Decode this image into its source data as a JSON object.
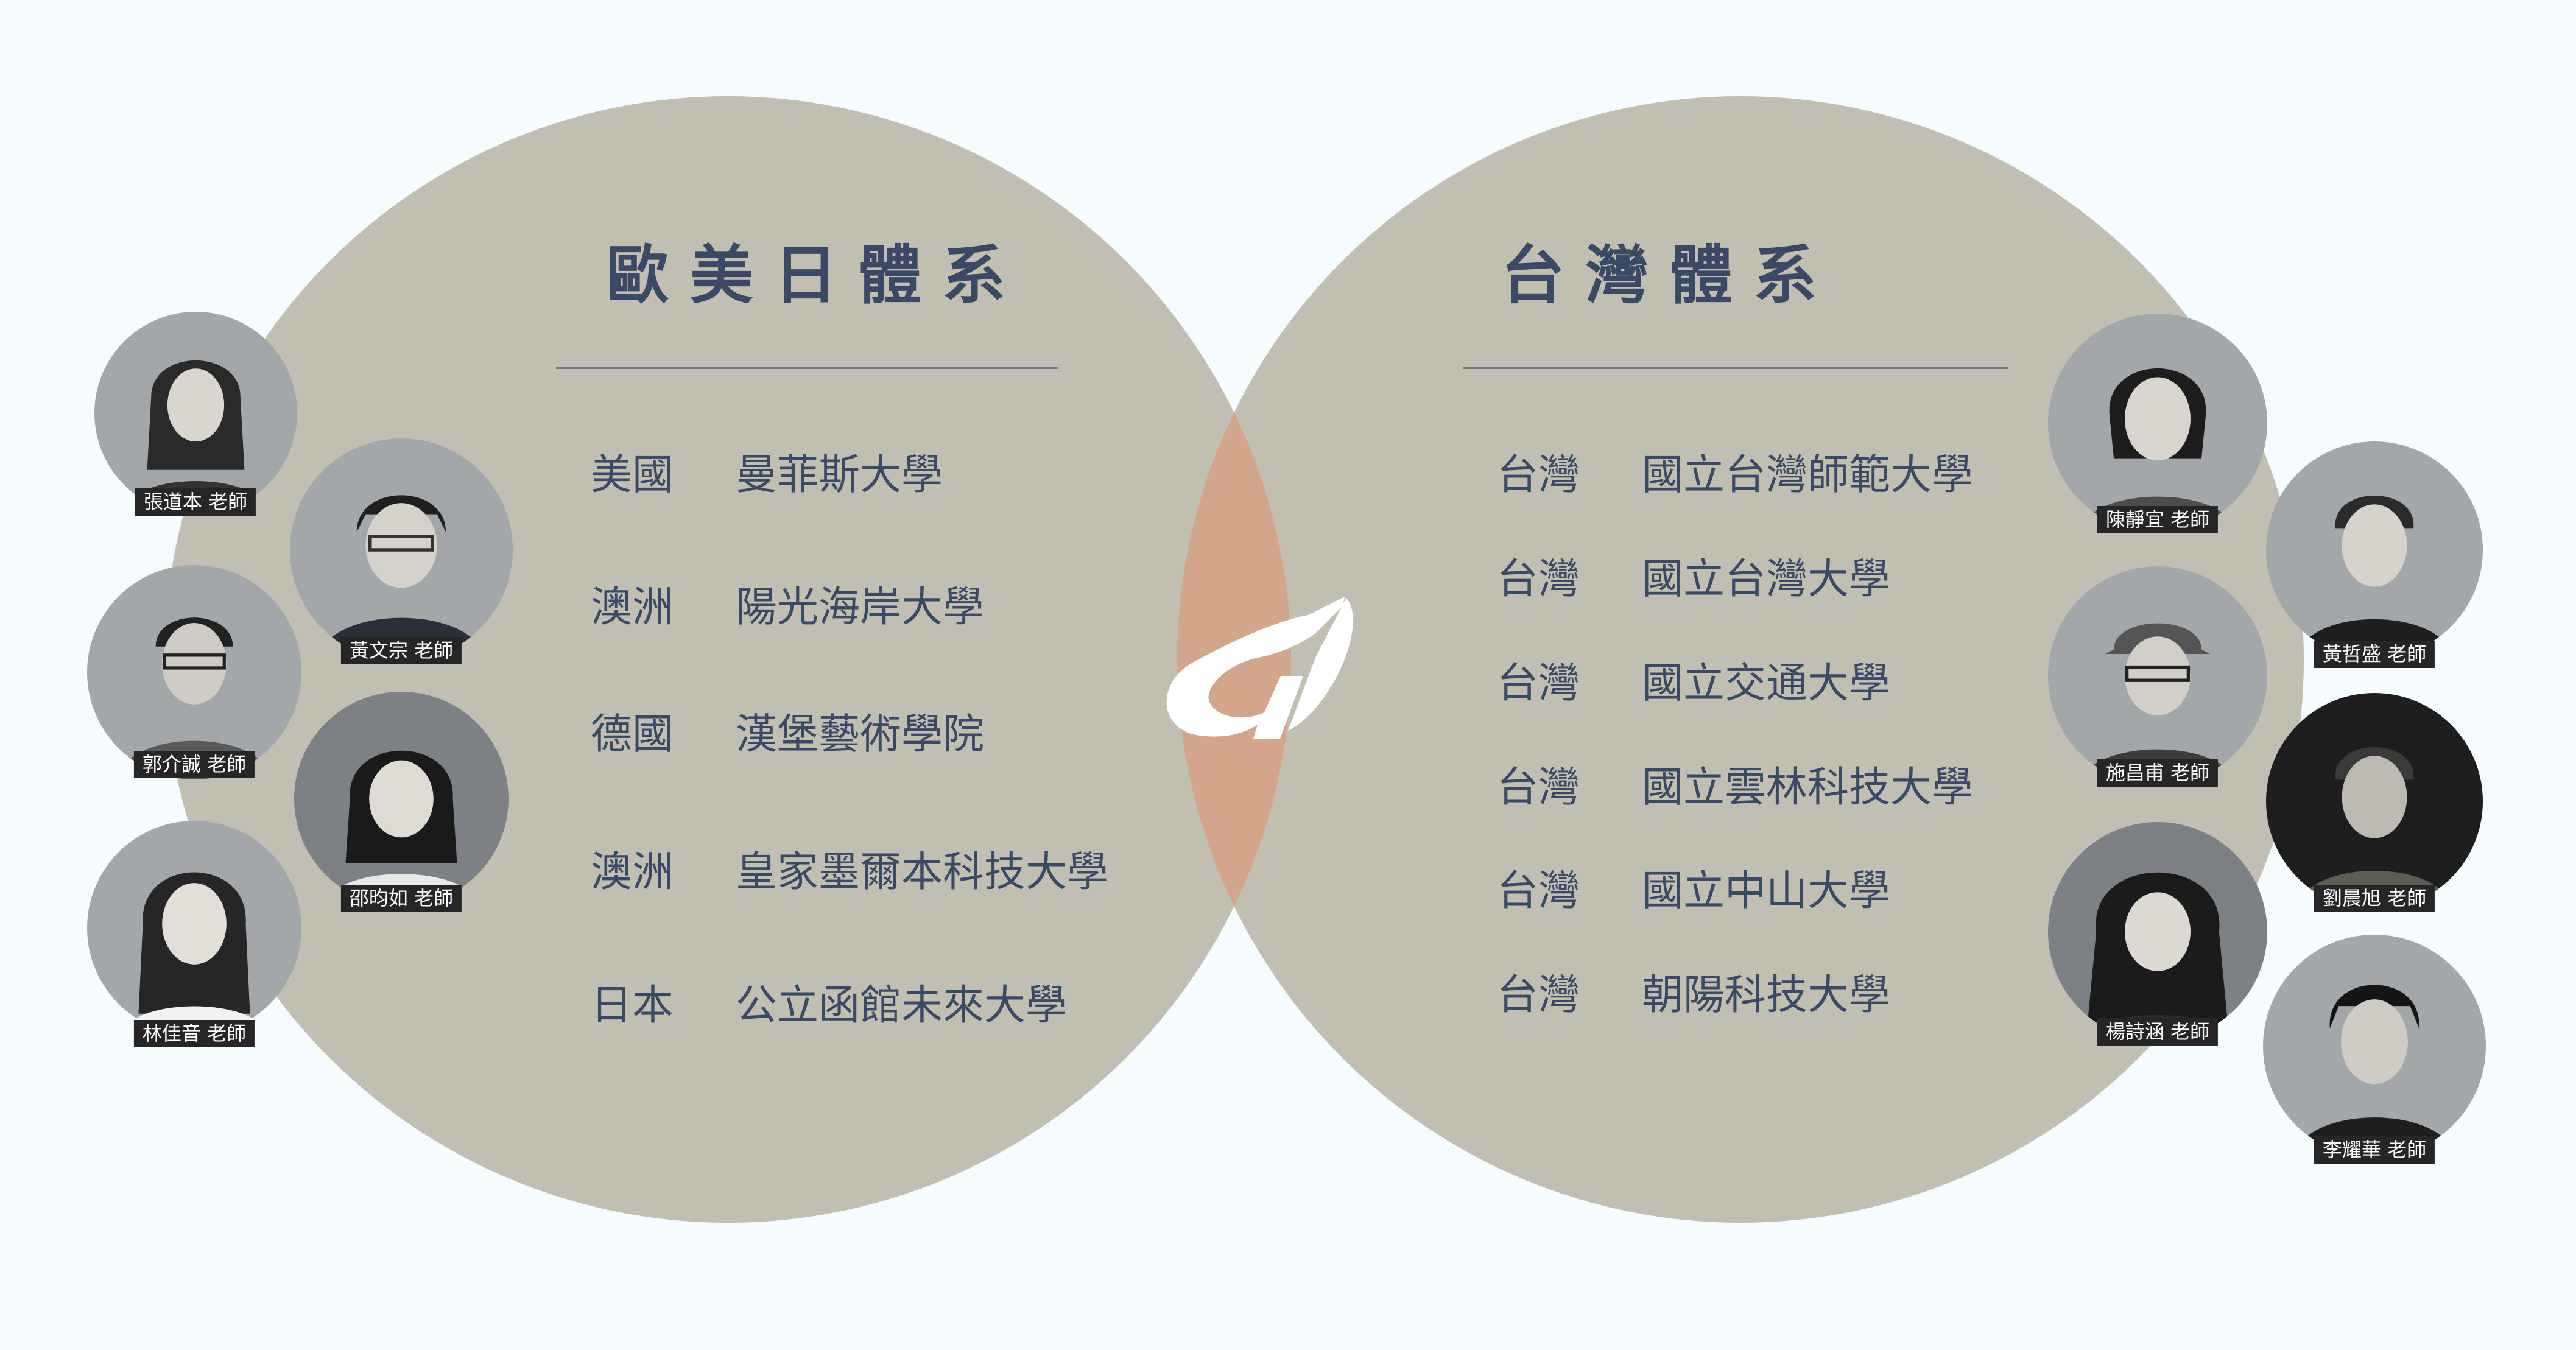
{
  "colors": {
    "background": "#f6fbfd",
    "circle": "#c1bfb1",
    "overlap": "#d3a68c",
    "text": "#3a4a66",
    "rule": "#6c7a8f",
    "logo": "#ffffff",
    "name_tag": "#262626"
  },
  "center_logo": {
    "icon": "brand-logo-icon"
  },
  "left_group": {
    "title": "歐美日體系",
    "items": [
      {
        "country": "美國",
        "school": "曼菲斯大學"
      },
      {
        "country": "澳洲",
        "school": "陽光海岸大學"
      },
      {
        "country": "德國",
        "school": "漢堡藝術學院"
      },
      {
        "country": "澳洲",
        "school": "皇家墨爾本科技大學"
      },
      {
        "country": "日本",
        "school": "公立函館未來大學"
      }
    ]
  },
  "right_group": {
    "title": "台灣體系",
    "items": [
      {
        "country": "台灣",
        "school": "國立台灣師範大學"
      },
      {
        "country": "台灣",
        "school": "國立台灣大學"
      },
      {
        "country": "台灣",
        "school": "國立交通大學"
      },
      {
        "country": "台灣",
        "school": "國立雲林科技大學"
      },
      {
        "country": "台灣",
        "school": "國立中山大學"
      },
      {
        "country": "台灣",
        "school": "朝陽科技大學"
      }
    ]
  },
  "teachers": [
    {
      "name": "張道本 老師",
      "icon": "portrait-photo"
    },
    {
      "name": "黃文宗 老師",
      "icon": "portrait-photo"
    },
    {
      "name": "郭介誠 老師",
      "icon": "portrait-photo"
    },
    {
      "name": "邵昀如 老師",
      "icon": "portrait-photo"
    },
    {
      "name": "林佳音 老師",
      "icon": "portrait-photo"
    },
    {
      "name": "陳靜宜 老師",
      "icon": "portrait-photo"
    },
    {
      "name": "黃哲盛 老師",
      "icon": "portrait-photo"
    },
    {
      "name": "施昌甫 老師",
      "icon": "portrait-photo"
    },
    {
      "name": "劉晨旭 老師",
      "icon": "portrait-photo"
    },
    {
      "name": "楊詩涵 老師",
      "icon": "portrait-photo"
    },
    {
      "name": "李耀華 老師",
      "icon": "portrait-photo"
    }
  ]
}
